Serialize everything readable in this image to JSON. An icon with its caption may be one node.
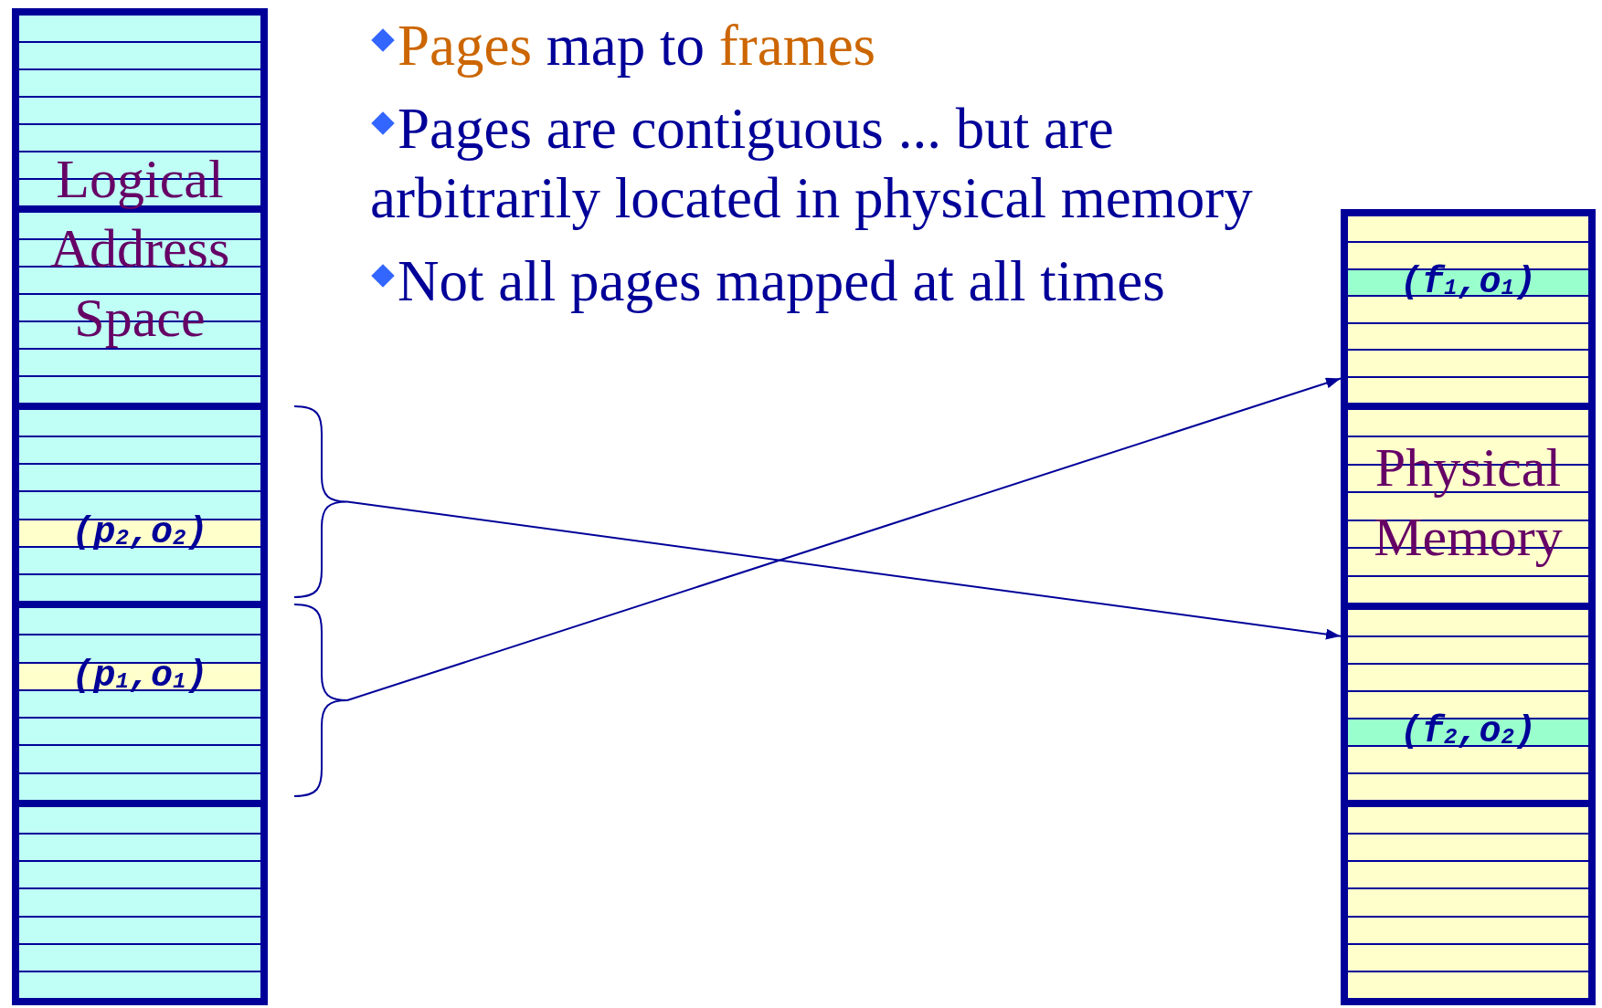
{
  "diagram": {
    "nodes": [
      {
        "text": [],
        "shape": "box"
      },
      {
        "text": [
          "Logical Address Space"
        ],
        "in": 0
      },
      {
        "text": [],
        "shape": "box",
        "in": 0
      },
      {
        "text": [],
        "shape": "box",
        "in": 0
      },
      {
        "text": [
          "(p$_{2}$,o$_{2}$)"
        ],
        "in": 0
      },
      {
        "text": [
          "(p$_{1}$,o$_{1}$)"
        ],
        "in": 0
      },
      {
        "text": [],
        "shape": "box",
        "in": 0
      },
      {
        "text": [],
        "shape": "box"
      },
      {
        "text": [
          "(f$_{1}$,o$_{1}$)"
        ],
        "in": 7
      },
      {
        "text": [
          "Physical Memory"
        ],
        "in": 7
      },
      {
        "text": [
          "(f$_{2}$,o$_{2}$)"
        ],
        "in": 7
      },
      {
        "text": [],
        "shape": "box",
        "in": 7
      }
    ],
    "edges": [
      {
        "from": 4,
        "to": 10,
        "arrow": "to"
      },
      {
        "from": 5,
        "to": 8,
        "arrow": "to"
      }
    ],
    "labels": [
      "Pages map to frames",
      "Pages are contiguous ... but are arbitrarily located in physical memory",
      "Not all pages mapped at all times"
    ]
  }
}
